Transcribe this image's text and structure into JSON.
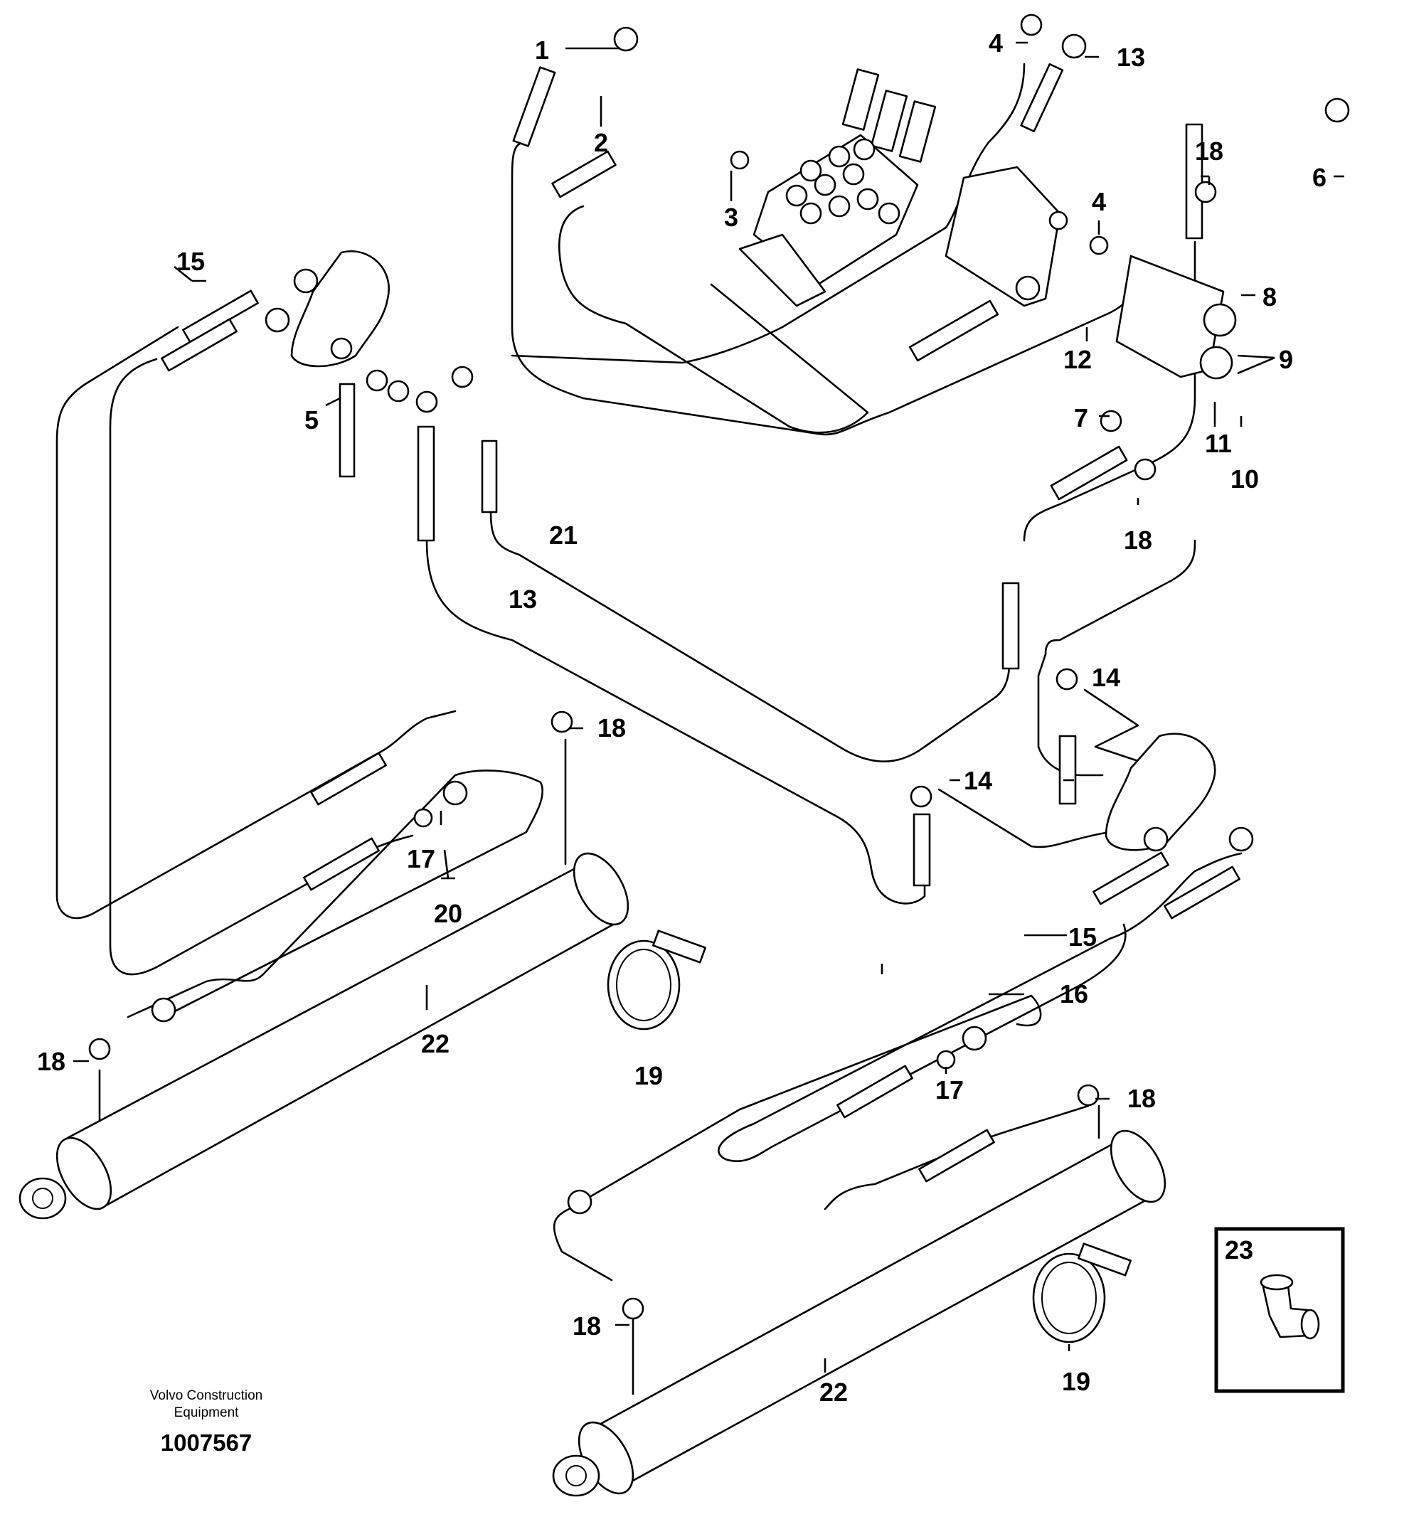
{
  "callouts": [
    {
      "id": "c1",
      "text": "1"
    },
    {
      "id": "c2",
      "text": "2"
    },
    {
      "id": "c3",
      "text": "3"
    },
    {
      "id": "c4a",
      "text": "4"
    },
    {
      "id": "c4b",
      "text": "4"
    },
    {
      "id": "c5",
      "text": "5"
    },
    {
      "id": "c6",
      "text": "6"
    },
    {
      "id": "c7",
      "text": "7"
    },
    {
      "id": "c8",
      "text": "8"
    },
    {
      "id": "c9",
      "text": "9"
    },
    {
      "id": "c10",
      "text": "10"
    },
    {
      "id": "c11",
      "text": "11"
    },
    {
      "id": "c12",
      "text": "12"
    },
    {
      "id": "c13a",
      "text": "13"
    },
    {
      "id": "c13b",
      "text": "13"
    },
    {
      "id": "c14a",
      "text": "14"
    },
    {
      "id": "c14b",
      "text": "14"
    },
    {
      "id": "c15a",
      "text": "15"
    },
    {
      "id": "c15b",
      "text": "15"
    },
    {
      "id": "c16",
      "text": "16"
    },
    {
      "id": "c17a",
      "text": "17"
    },
    {
      "id": "c17b",
      "text": "17"
    },
    {
      "id": "c18a",
      "text": "18"
    },
    {
      "id": "c18b",
      "text": "18"
    },
    {
      "id": "c18c",
      "text": "18"
    },
    {
      "id": "c18d",
      "text": "18"
    },
    {
      "id": "c18e",
      "text": "18"
    },
    {
      "id": "c18f",
      "text": "18"
    },
    {
      "id": "c19a",
      "text": "19"
    },
    {
      "id": "c19b",
      "text": "19"
    },
    {
      "id": "c20",
      "text": "20"
    },
    {
      "id": "c21",
      "text": "21"
    },
    {
      "id": "c22a",
      "text": "22"
    },
    {
      "id": "c22b",
      "text": "22"
    },
    {
      "id": "c23",
      "text": "23"
    }
  ],
  "footer": {
    "company_line1": "Volvo Construction",
    "company_line2": "Equipment",
    "drawing_number": "1007567"
  }
}
